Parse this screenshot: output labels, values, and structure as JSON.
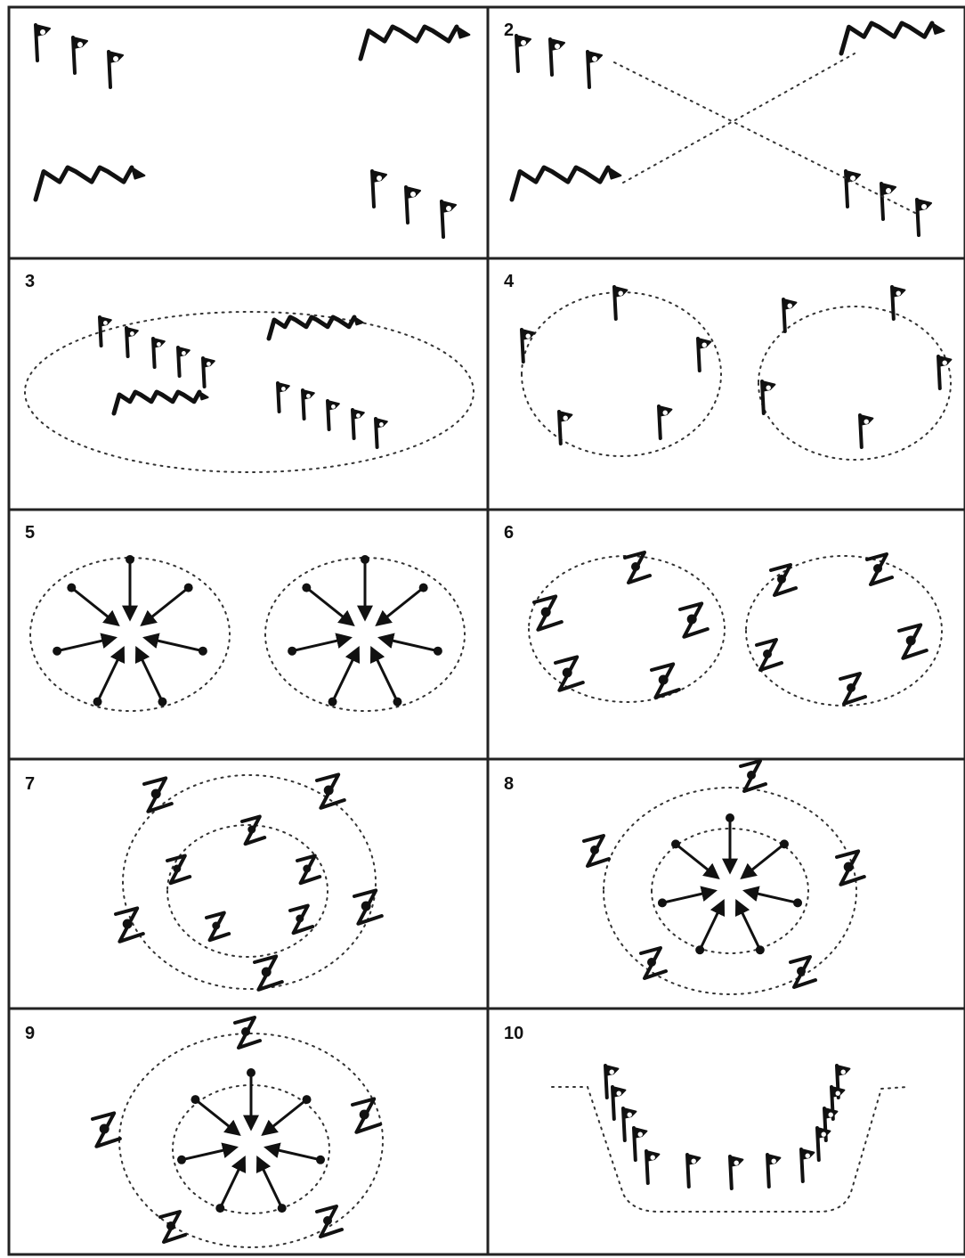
{
  "panels": [
    {
      "number": ""
    },
    {
      "number": "2"
    },
    {
      "number": "3"
    },
    {
      "number": "4"
    },
    {
      "number": "5"
    },
    {
      "number": "6"
    },
    {
      "number": "7"
    },
    {
      "number": "8"
    },
    {
      "number": "9"
    },
    {
      "number": "10"
    }
  ],
  "colors": {
    "ink": "#111111",
    "frame": "#222222",
    "background": "#ffffff"
  },
  "icons": [
    "flag-icon",
    "zigzag-line-icon",
    "arrow-icon",
    "dotted-path"
  ]
}
